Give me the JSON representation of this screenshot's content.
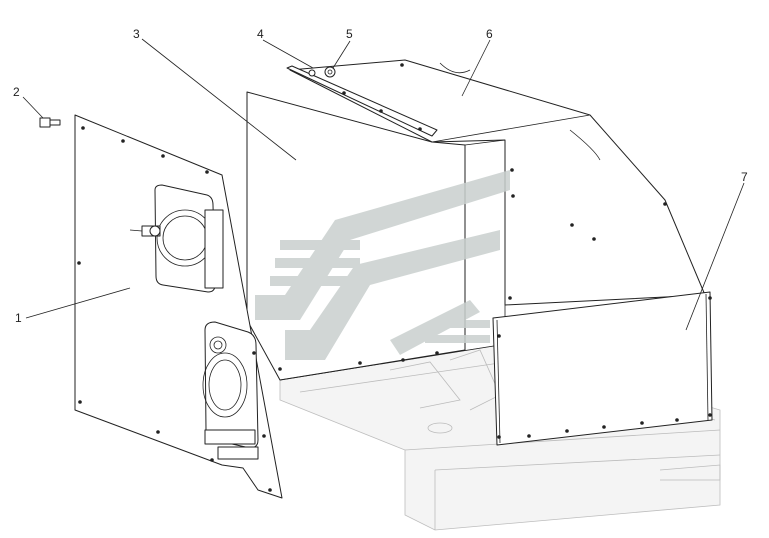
{
  "callouts": [
    {
      "id": "1",
      "label": "1"
    },
    {
      "id": "2",
      "label": "2"
    },
    {
      "id": "3",
      "label": "3"
    },
    {
      "id": "4",
      "label": "4"
    },
    {
      "id": "5",
      "label": "5"
    },
    {
      "id": "6",
      "label": "6"
    },
    {
      "id": "7",
      "label": "7"
    }
  ],
  "colors": {
    "line": "#222222",
    "watermark": "#c9d0ce",
    "frame": "#bdbdbd"
  }
}
